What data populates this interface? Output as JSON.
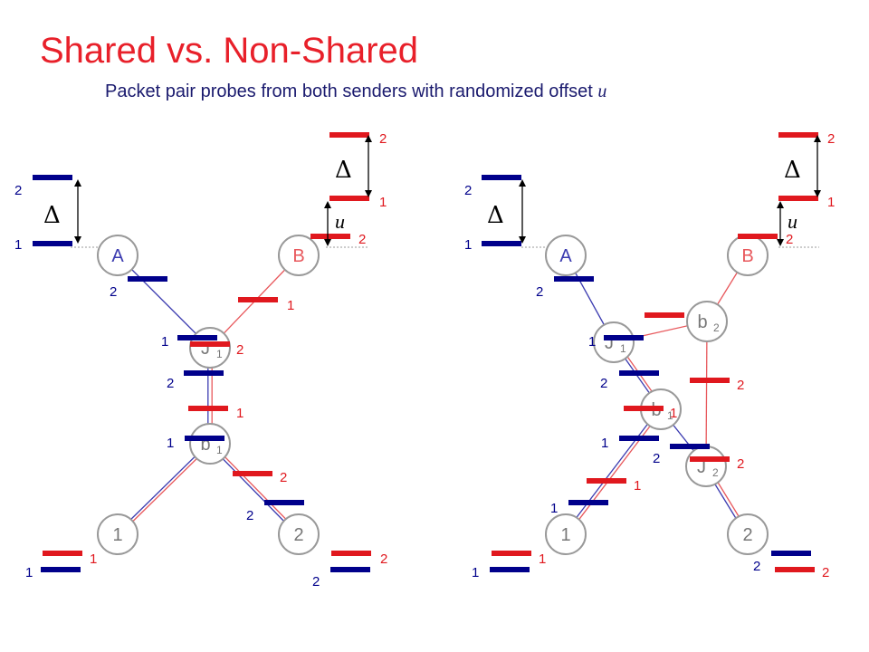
{
  "title": "Shared vs. Non-Shared",
  "subtitle": {
    "text": "Packet pair probes from both senders with randomized offset",
    "offset_symbol": "u"
  },
  "colors": {
    "title": "#e8202a",
    "subtitle": "#1a1a6e",
    "sender_a_packet": "#00008b",
    "sender_b_packet": "#e0181e",
    "sender_a_path": "#3b3bb0",
    "sender_b_path": "#e8585c",
    "node_outline": "#999999",
    "node_label": "#777777"
  },
  "symbols": {
    "delta": "Δ",
    "offset": "u"
  },
  "packet_labels": {
    "first": "1",
    "second": "2"
  },
  "diagrams": [
    {
      "name": "shared",
      "nodes": [
        {
          "name": "sender-a",
          "label": "A",
          "sub": "",
          "color": "#3b3bb0"
        },
        {
          "name": "sender-b",
          "label": "B",
          "sub": "",
          "color": "#e8585c"
        },
        {
          "name": "junction-1",
          "label": "J",
          "sub": "1",
          "color": "#777777"
        },
        {
          "name": "bottleneck-1",
          "label": "b",
          "sub": "1",
          "color": "#777777"
        },
        {
          "name": "receiver-1",
          "label": "1",
          "sub": "",
          "color": "#777777"
        },
        {
          "name": "receiver-2",
          "label": "2",
          "sub": "",
          "color": "#777777"
        }
      ]
    },
    {
      "name": "non-shared",
      "nodes": [
        {
          "name": "sender-a",
          "label": "A",
          "sub": "",
          "color": "#3b3bb0"
        },
        {
          "name": "sender-b",
          "label": "B",
          "sub": "",
          "color": "#e8585c"
        },
        {
          "name": "junction-1",
          "label": "J",
          "sub": "1",
          "color": "#777777"
        },
        {
          "name": "bottleneck-2",
          "label": "b",
          "sub": "2",
          "color": "#777777"
        },
        {
          "name": "bottleneck-1",
          "label": "b",
          "sub": "1",
          "color": "#777777"
        },
        {
          "name": "junction-2",
          "label": "J",
          "sub": "2",
          "color": "#777777"
        },
        {
          "name": "receiver-1",
          "label": "1",
          "sub": "",
          "color": "#777777"
        },
        {
          "name": "receiver-2",
          "label": "2",
          "sub": "",
          "color": "#777777"
        }
      ]
    }
  ]
}
